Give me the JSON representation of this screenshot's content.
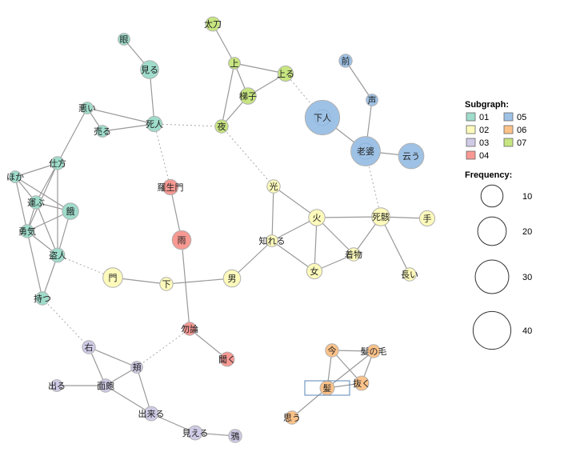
{
  "colors": {
    "01": "#9fdccb",
    "02": "#fdfabb",
    "03": "#cfcbe6",
    "04": "#f79892",
    "05": "#9ec2e6",
    "06": "#fcc289",
    "07": "#c7e580",
    "edge": "#999999",
    "stroke": "#b0b0b0"
  },
  "nodes": [
    {
      "id": "眼",
      "label": "眼",
      "group": "01",
      "freq": 3
    },
    {
      "id": "見る",
      "label": "見る",
      "group": "01",
      "freq": 9
    },
    {
      "id": "悪い",
      "label": "悪い",
      "group": "01",
      "freq": 3
    },
    {
      "id": "死人",
      "label": "死人",
      "group": "01",
      "freq": 6
    },
    {
      "id": "売る",
      "label": "売る",
      "group": "01",
      "freq": 3
    },
    {
      "id": "仕方",
      "label": "仕方",
      "group": "01",
      "freq": 4
    },
    {
      "id": "ほか",
      "label": "ほか",
      "group": "01",
      "freq": 3
    },
    {
      "id": "運ぶ",
      "label": "運ぶ",
      "group": "01",
      "freq": 4
    },
    {
      "id": "餓",
      "label": "餓",
      "group": "01",
      "freq": 7
    },
    {
      "id": "勇気",
      "label": "勇気",
      "group": "01",
      "freq": 4
    },
    {
      "id": "盗人",
      "label": "盗人",
      "group": "01",
      "freq": 5
    },
    {
      "id": "持つ",
      "label": "持つ",
      "group": "01",
      "freq": 4
    },
    {
      "id": "太刀",
      "label": "太刀",
      "group": "07",
      "freq": 5
    },
    {
      "id": "上",
      "label": "上",
      "group": "07",
      "freq": 3
    },
    {
      "id": "上る",
      "label": "上る",
      "group": "07",
      "freq": 6
    },
    {
      "id": "梯子",
      "label": "梯子",
      "group": "07",
      "freq": 7
    },
    {
      "id": "夜",
      "label": "夜",
      "group": "07",
      "freq": 4
    },
    {
      "id": "前",
      "label": "前",
      "group": "05",
      "freq": 4
    },
    {
      "id": "声",
      "label": "声",
      "group": "05",
      "freq": 3
    },
    {
      "id": "下人",
      "label": "下人",
      "group": "05",
      "freq": 40
    },
    {
      "id": "老婆",
      "label": "老婆",
      "group": "05",
      "freq": 28
    },
    {
      "id": "云う",
      "label": "云う",
      "group": "05",
      "freq": 20
    },
    {
      "id": "羅生門",
      "label": "羅生門",
      "group": "04",
      "freq": 6
    },
    {
      "id": "雨",
      "label": "雨",
      "group": "04",
      "freq": 10
    },
    {
      "id": "勿論",
      "label": "勿論",
      "group": "04",
      "freq": 4
    },
    {
      "id": "聞く",
      "label": "聞く",
      "group": "04",
      "freq": 5
    },
    {
      "id": "光",
      "label": "光",
      "group": "02",
      "freq": 4
    },
    {
      "id": "火",
      "label": "火",
      "group": "02",
      "freq": 7
    },
    {
      "id": "死骸",
      "label": "死骸",
      "group": "02",
      "freq": 9
    },
    {
      "id": "手",
      "label": "手",
      "group": "02",
      "freq": 6
    },
    {
      "id": "知れる",
      "label": "知れる",
      "group": "02",
      "freq": 3
    },
    {
      "id": "着物",
      "label": "着物",
      "group": "02",
      "freq": 4
    },
    {
      "id": "女",
      "label": "女",
      "group": "02",
      "freq": 6
    },
    {
      "id": "長い",
      "label": "長い",
      "group": "02",
      "freq": 4
    },
    {
      "id": "門",
      "label": "門",
      "group": "02",
      "freq": 11
    },
    {
      "id": "下",
      "label": "下",
      "group": "02",
      "freq": 4
    },
    {
      "id": "男",
      "label": "男",
      "group": "02",
      "freq": 8
    },
    {
      "id": "右",
      "label": "右",
      "group": "03",
      "freq": 4
    },
    {
      "id": "頬",
      "label": "頬",
      "group": "03",
      "freq": 3
    },
    {
      "id": "出る",
      "label": "出る",
      "group": "03",
      "freq": 3
    },
    {
      "id": "面皰",
      "label": "面皰",
      "group": "03",
      "freq": 4
    },
    {
      "id": "出来る",
      "label": "出来る",
      "group": "03",
      "freq": 5
    },
    {
      "id": "見える",
      "label": "見える",
      "group": "03",
      "freq": 5
    },
    {
      "id": "鴉",
      "label": "鴉",
      "group": "03",
      "freq": 4
    },
    {
      "id": "今",
      "label": "今",
      "group": "06",
      "freq": 4
    },
    {
      "id": "髪の毛",
      "label": "髪の毛",
      "group": "06",
      "freq": 4
    },
    {
      "id": "抜く",
      "label": "抜く",
      "group": "06",
      "freq": 5
    },
    {
      "id": "髪",
      "label": "髪",
      "group": "06",
      "freq": 5
    },
    {
      "id": "思う",
      "label": "思う",
      "group": "06",
      "freq": 4
    }
  ],
  "edges": [
    {
      "s": "眼",
      "t": "見る"
    },
    {
      "s": "見る",
      "t": "死人"
    },
    {
      "s": "悪い",
      "t": "死人"
    },
    {
      "s": "悪い",
      "t": "売る"
    },
    {
      "s": "売る",
      "t": "死人"
    },
    {
      "s": "悪い",
      "t": "仕方"
    },
    {
      "s": "仕方",
      "t": "ほか"
    },
    {
      "s": "仕方",
      "t": "運ぶ"
    },
    {
      "s": "仕方",
      "t": "勇気"
    },
    {
      "s": "仕方",
      "t": "盗人"
    },
    {
      "s": "ほか",
      "t": "運ぶ"
    },
    {
      "s": "ほか",
      "t": "勇気"
    },
    {
      "s": "ほか",
      "t": "餓"
    },
    {
      "s": "運ぶ",
      "t": "餓"
    },
    {
      "s": "運ぶ",
      "t": "勇気"
    },
    {
      "s": "運ぶ",
      "t": "盗人"
    },
    {
      "s": "勇気",
      "t": "餓"
    },
    {
      "s": "勇気",
      "t": "盗人"
    },
    {
      "s": "盗人",
      "t": "餓"
    },
    {
      "s": "勇気",
      "t": "持つ"
    },
    {
      "s": "盗人",
      "t": "持つ"
    },
    {
      "s": "太刀",
      "t": "上"
    },
    {
      "s": "上",
      "t": "上る"
    },
    {
      "s": "上",
      "t": "梯子"
    },
    {
      "s": "上",
      "t": "夜"
    },
    {
      "s": "上る",
      "t": "梯子"
    },
    {
      "s": "梯子",
      "t": "夜"
    },
    {
      "s": "前",
      "t": "声"
    },
    {
      "s": "声",
      "t": "老婆"
    },
    {
      "s": "下人",
      "t": "老婆"
    },
    {
      "s": "老婆",
      "t": "云う"
    },
    {
      "s": "羅生門",
      "t": "雨"
    },
    {
      "s": "雨",
      "t": "勿論"
    },
    {
      "s": "勿論",
      "t": "聞く"
    },
    {
      "s": "光",
      "t": "火"
    },
    {
      "s": "光",
      "t": "知れる"
    },
    {
      "s": "火",
      "t": "死骸"
    },
    {
      "s": "火",
      "t": "知れる"
    },
    {
      "s": "火",
      "t": "着物"
    },
    {
      "s": "火",
      "t": "女"
    },
    {
      "s": "死骸",
      "t": "手"
    },
    {
      "s": "死骸",
      "t": "着物"
    },
    {
      "s": "死骸",
      "t": "長い"
    },
    {
      "s": "知れる",
      "t": "女"
    },
    {
      "s": "知れる",
      "t": "男"
    },
    {
      "s": "女",
      "t": "着物"
    },
    {
      "s": "門",
      "t": "下"
    },
    {
      "s": "下",
      "t": "男"
    },
    {
      "s": "右",
      "t": "頬"
    },
    {
      "s": "右",
      "t": "面皰"
    },
    {
      "s": "頬",
      "t": "面皰"
    },
    {
      "s": "頬",
      "t": "出来る"
    },
    {
      "s": "出る",
      "t": "面皰"
    },
    {
      "s": "面皰",
      "t": "出来る"
    },
    {
      "s": "出来る",
      "t": "見える"
    },
    {
      "s": "見える",
      "t": "鴉"
    },
    {
      "s": "今",
      "t": "髪の毛"
    },
    {
      "s": "今",
      "t": "抜く"
    },
    {
      "s": "今",
      "t": "髪"
    },
    {
      "s": "髪の毛",
      "t": "抜く"
    },
    {
      "s": "髪の毛",
      "t": "髪"
    },
    {
      "s": "抜く",
      "t": "髪"
    },
    {
      "s": "髪",
      "t": "思う"
    }
  ],
  "dashed_edges": [
    {
      "s": "死人",
      "t": "夜"
    },
    {
      "s": "死人",
      "t": "羅生門"
    },
    {
      "s": "上る",
      "t": "下人"
    },
    {
      "s": "夜",
      "t": "光"
    },
    {
      "s": "老婆",
      "t": "死骸"
    },
    {
      "s": "盗人",
      "t": "門"
    },
    {
      "s": "持つ",
      "t": "右"
    },
    {
      "s": "頬",
      "t": "勿論"
    }
  ],
  "legend": {
    "subgraph_title": "Subgraph:",
    "subgraph_items": [
      {
        "code": "01",
        "label": "01"
      },
      {
        "code": "05",
        "label": "05"
      },
      {
        "code": "02",
        "label": "02"
      },
      {
        "code": "06",
        "label": "06"
      },
      {
        "code": "03",
        "label": "03"
      },
      {
        "code": "07",
        "label": "07"
      },
      {
        "code": "04",
        "label": "04"
      }
    ],
    "frequency_title": "Frequency:",
    "frequency_items": [
      {
        "value": 10,
        "label": "10"
      },
      {
        "value": 20,
        "label": "20"
      },
      {
        "value": 30,
        "label": "30"
      },
      {
        "value": 40,
        "label": "40"
      }
    ]
  }
}
